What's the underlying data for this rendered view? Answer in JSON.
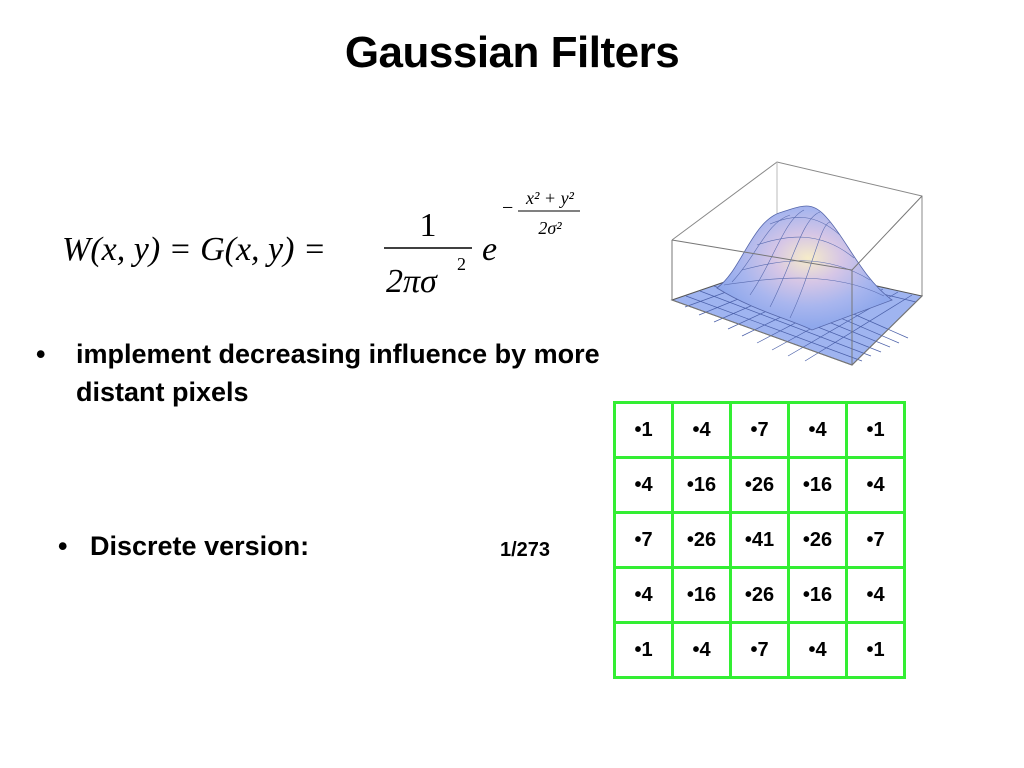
{
  "slide": {
    "title": "Gaussian Filters",
    "formula": {
      "lhs": "W(x, y) = G(x, y) =",
      "numerator": "1",
      "denominator": "2πσ",
      "denominator_exp": "2",
      "base": "e",
      "exp_sign": "−",
      "exp_numerator": "x² + y²",
      "exp_denominator": "2σ²"
    },
    "bullets": [
      {
        "marker": "•",
        "text": "implement decreasing influence by more distant pixels"
      },
      {
        "marker": "•",
        "text": "Discrete version:"
      }
    ],
    "scale_factor": "1/273",
    "kernel": [
      [
        "•1",
        "•4",
        "•7",
        "•4",
        "•1"
      ],
      [
        "•4",
        "•16",
        "•26",
        "•16",
        "•4"
      ],
      [
        "•7",
        "•26",
        "•41",
        "•26",
        "•7"
      ],
      [
        "•4",
        "•16",
        "•26",
        "•16",
        "•4"
      ],
      [
        "•1",
        "•4",
        "•7",
        "•4",
        "•1"
      ]
    ],
    "colors": {
      "kernel_border": "#33ee33",
      "surface_low": "#8fa8ec",
      "surface_peak": "#f2e6c8"
    },
    "plot_icon": "gaussian-surface-3d"
  }
}
